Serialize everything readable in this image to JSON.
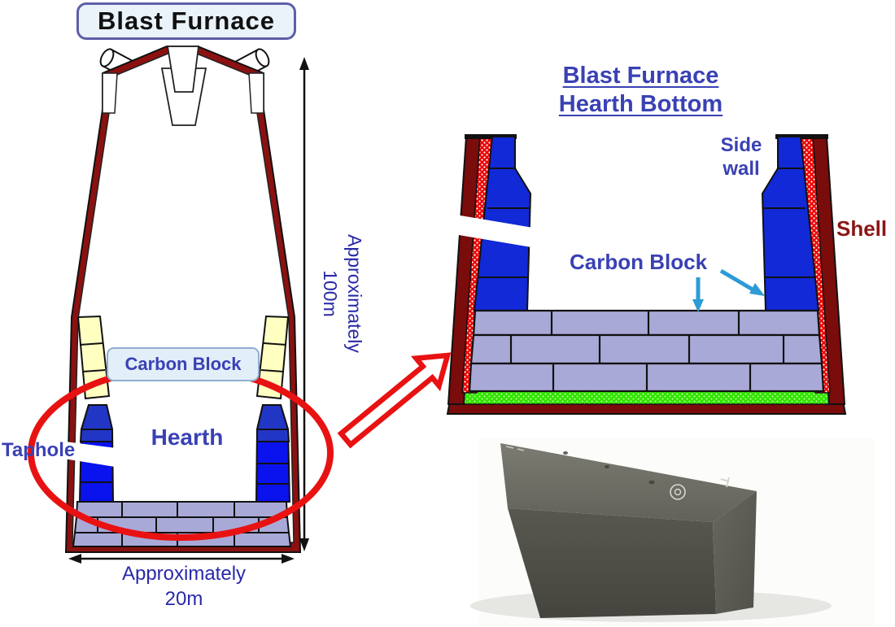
{
  "left_diagram": {
    "title": "Blast Furnace",
    "carbon_block_label": "Carbon Block",
    "hearth_label": "Hearth",
    "taphole_label": "Taphole",
    "height_dimension_line1": "Approximately",
    "height_dimension_line2": "100m",
    "width_dimension_line1": "Approximately",
    "width_dimension_line2": "20m"
  },
  "right_diagram": {
    "title_line1": "Blast Furnace",
    "title_line2": "Hearth Bottom",
    "side_wall_line1": "Side",
    "side_wall_line2": "wall",
    "shell_label": "Shell",
    "carbon_block_label": "Carbon Block"
  },
  "colors": {
    "shell_dark_red": "#8B1111",
    "shell_maroon": "#7A0C0C",
    "lining_red": "#EE0000",
    "carbon_blue": "#0A12EE",
    "carbon_blue_dark": "#2236C6",
    "carbon_blue_right": "#1129D6",
    "firebrick_yellow": "#FFFFC2",
    "brick_lavender": "#A9A9D8",
    "bottom_green": "#2FE400",
    "highlight_red": "#E81212",
    "pointer_blue": "#2E9BD6",
    "label_blue": "#3A41B4",
    "dimension_blue": "#2929A8",
    "shell_label_red": "#8B1616"
  }
}
